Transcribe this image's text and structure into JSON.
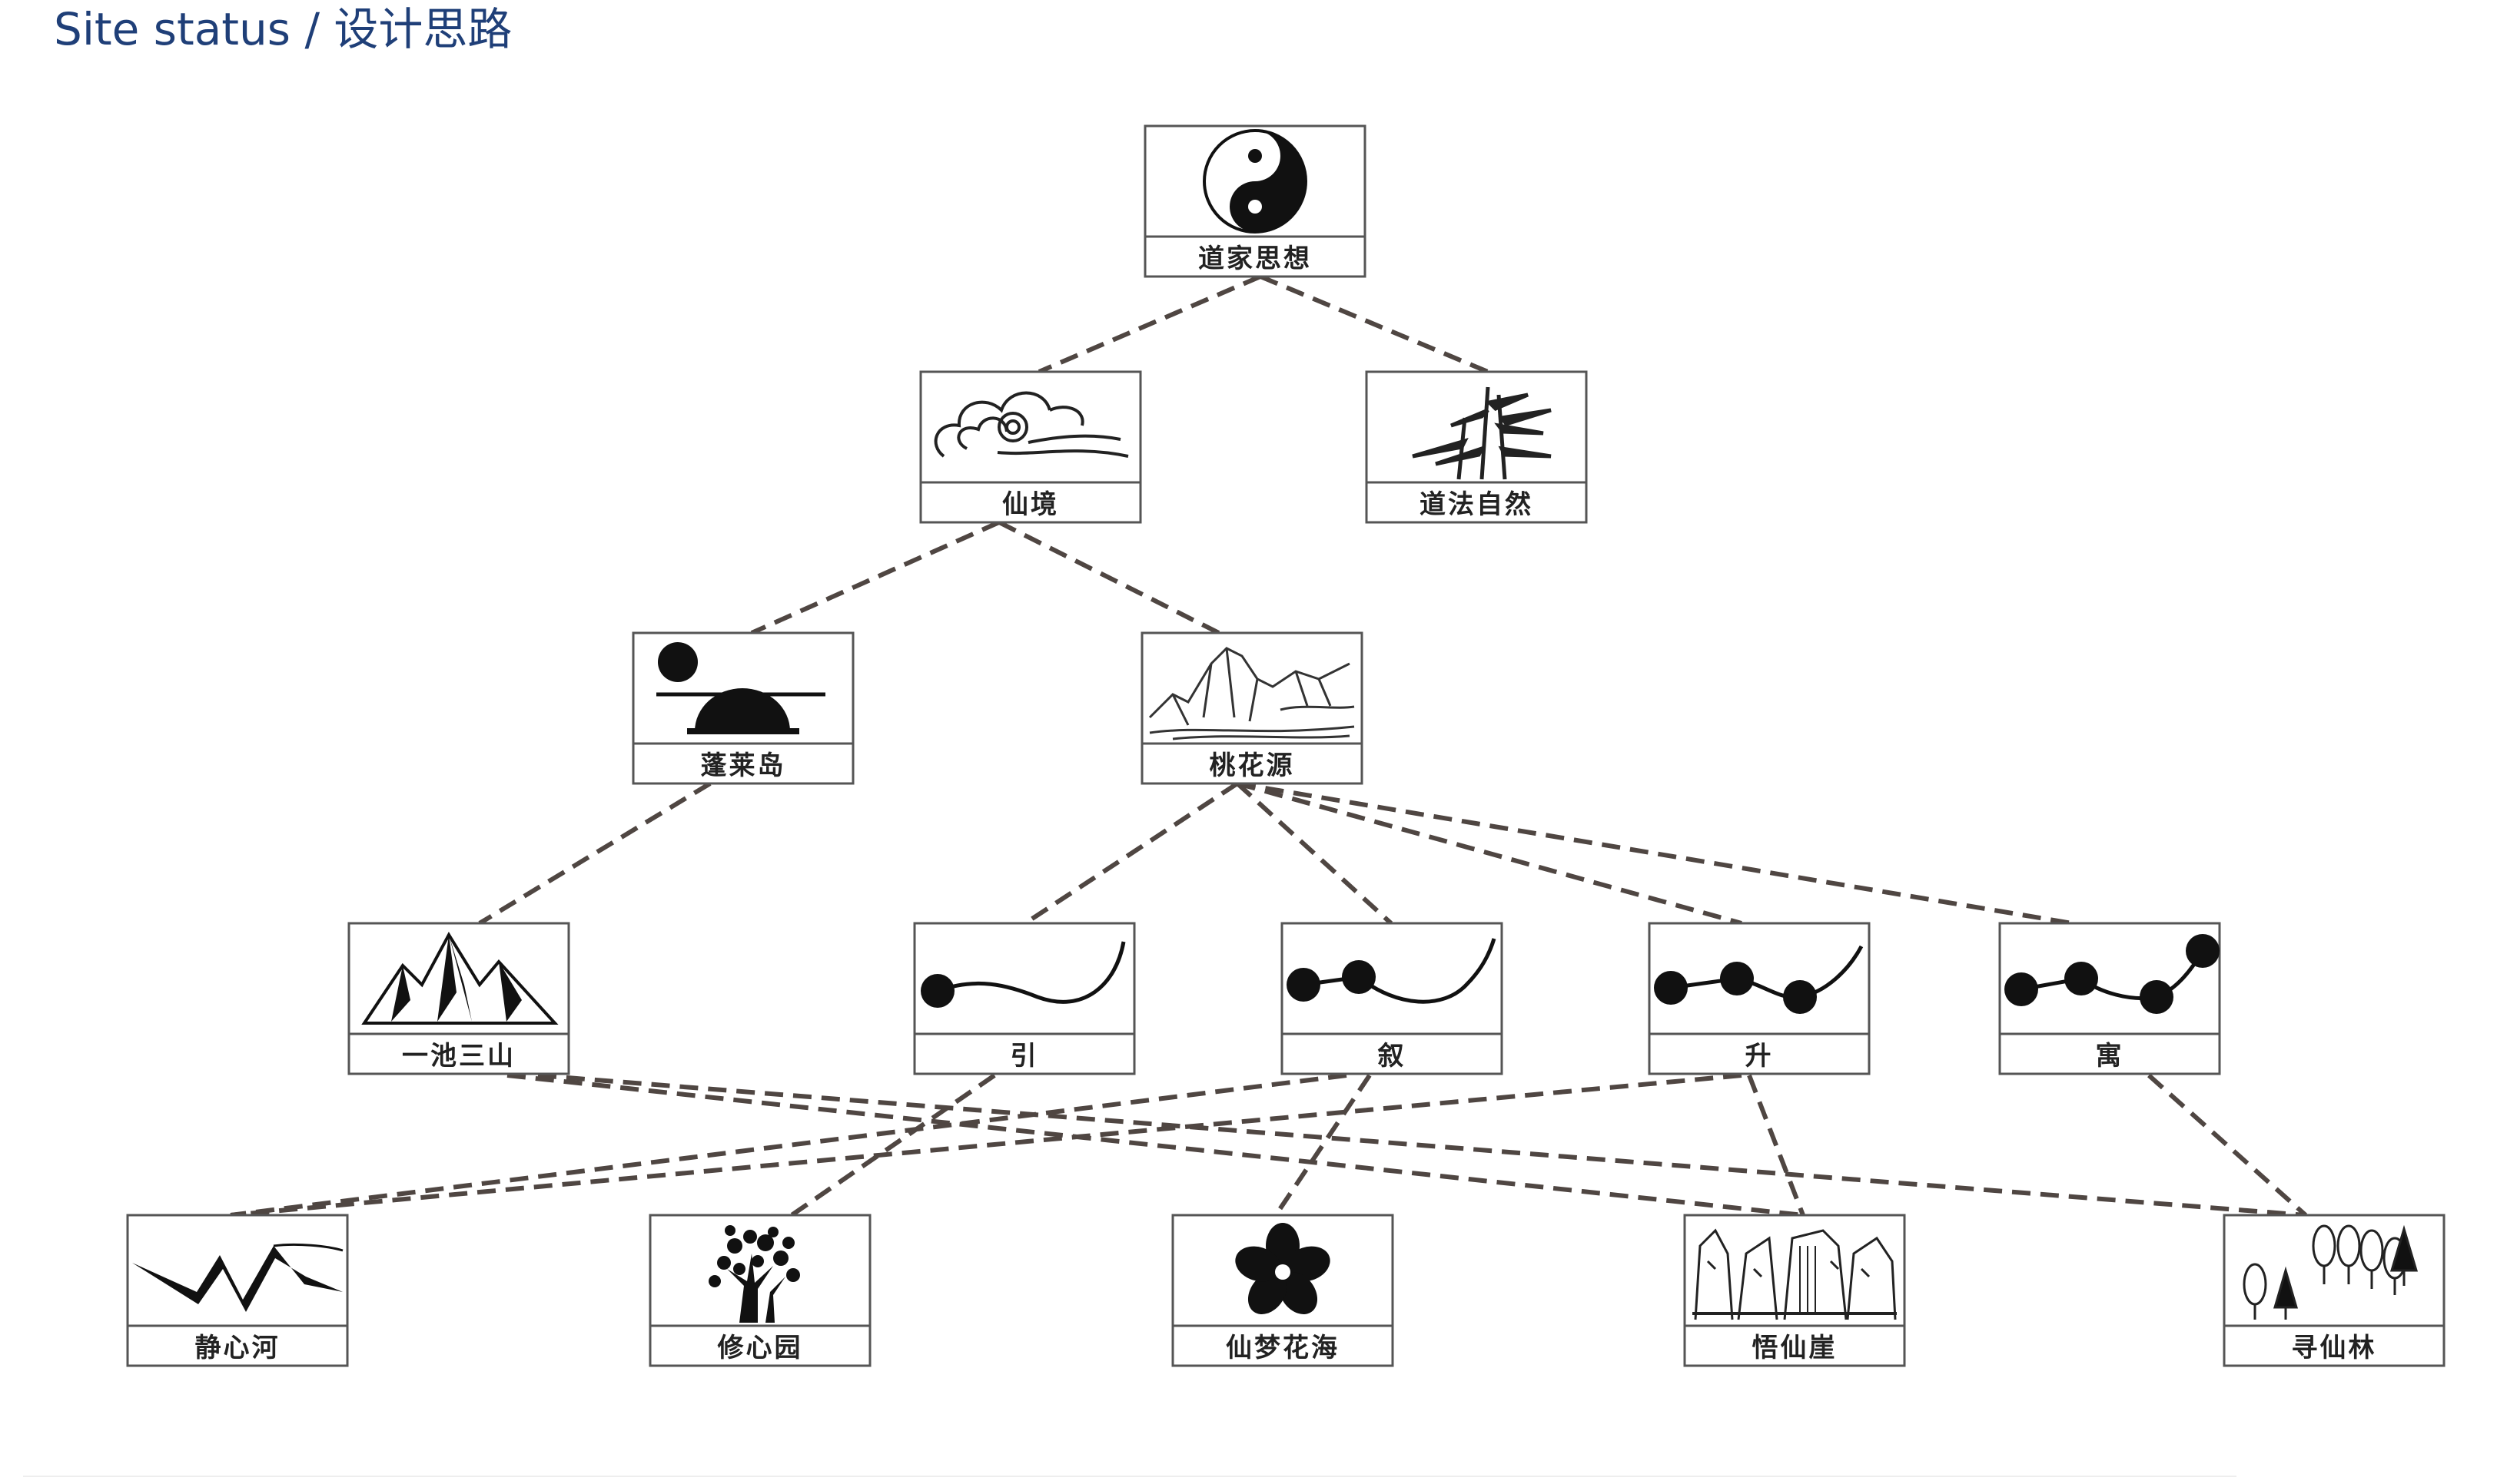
{
  "page": {
    "title": "Site status / 设计思路",
    "title_color": "#1f3f78",
    "line_color": "#4f4642"
  },
  "nodes": [
    {
      "id": "daojia",
      "label": "道家思想",
      "icon": "yin-yang-icon"
    },
    {
      "id": "xianjing",
      "label": "仙境",
      "icon": "cloud-icon"
    },
    {
      "id": "daofa",
      "label": "道法自然",
      "icon": "bamboo-icon"
    },
    {
      "id": "penglai",
      "label": "蓬莱岛",
      "icon": "sun-island-icon"
    },
    {
      "id": "taohua",
      "label": "桃花源",
      "icon": "landscape-icon"
    },
    {
      "id": "yichi",
      "label": "一池三山",
      "icon": "mountain-icon"
    },
    {
      "id": "yin",
      "label": "引",
      "icon": "one-dot-curve-icon"
    },
    {
      "id": "xu",
      "label": "叙",
      "icon": "two-dot-curve-icon"
    },
    {
      "id": "sheng",
      "label": "升",
      "icon": "three-dot-curve-icon"
    },
    {
      "id": "yu",
      "label": "寓",
      "icon": "four-dot-curve-icon"
    },
    {
      "id": "jingxin",
      "label": "静心河",
      "icon": "river-icon"
    },
    {
      "id": "xiuxin",
      "label": "修心园",
      "icon": "tree-icon"
    },
    {
      "id": "xianmeng",
      "label": "仙梦花海",
      "icon": "flower-icon"
    },
    {
      "id": "wuxian",
      "label": "悟仙崖",
      "icon": "cliff-icon"
    },
    {
      "id": "xunxian",
      "label": "寻仙林",
      "icon": "forest-icon"
    }
  ],
  "edges": [
    {
      "from": "daojia",
      "to": "xianjing"
    },
    {
      "from": "daojia",
      "to": "daofa"
    },
    {
      "from": "xianjing",
      "to": "penglai"
    },
    {
      "from": "xianjing",
      "to": "taohua"
    },
    {
      "from": "penglai",
      "to": "yichi"
    },
    {
      "from": "taohua",
      "to": "yin"
    },
    {
      "from": "taohua",
      "to": "xu"
    },
    {
      "from": "taohua",
      "to": "sheng"
    },
    {
      "from": "taohua",
      "to": "yu"
    },
    {
      "from": "yichi",
      "to": "wuxian"
    },
    {
      "from": "yichi",
      "to": "xunxian"
    },
    {
      "from": "yin",
      "to": "xiuxin"
    },
    {
      "from": "xu",
      "to": "jingxin"
    },
    {
      "from": "xu",
      "to": "xianmeng"
    },
    {
      "from": "sheng",
      "to": "jingxin"
    },
    {
      "from": "sheng",
      "to": "wuxian"
    },
    {
      "from": "yu",
      "to": "xunxian"
    }
  ]
}
